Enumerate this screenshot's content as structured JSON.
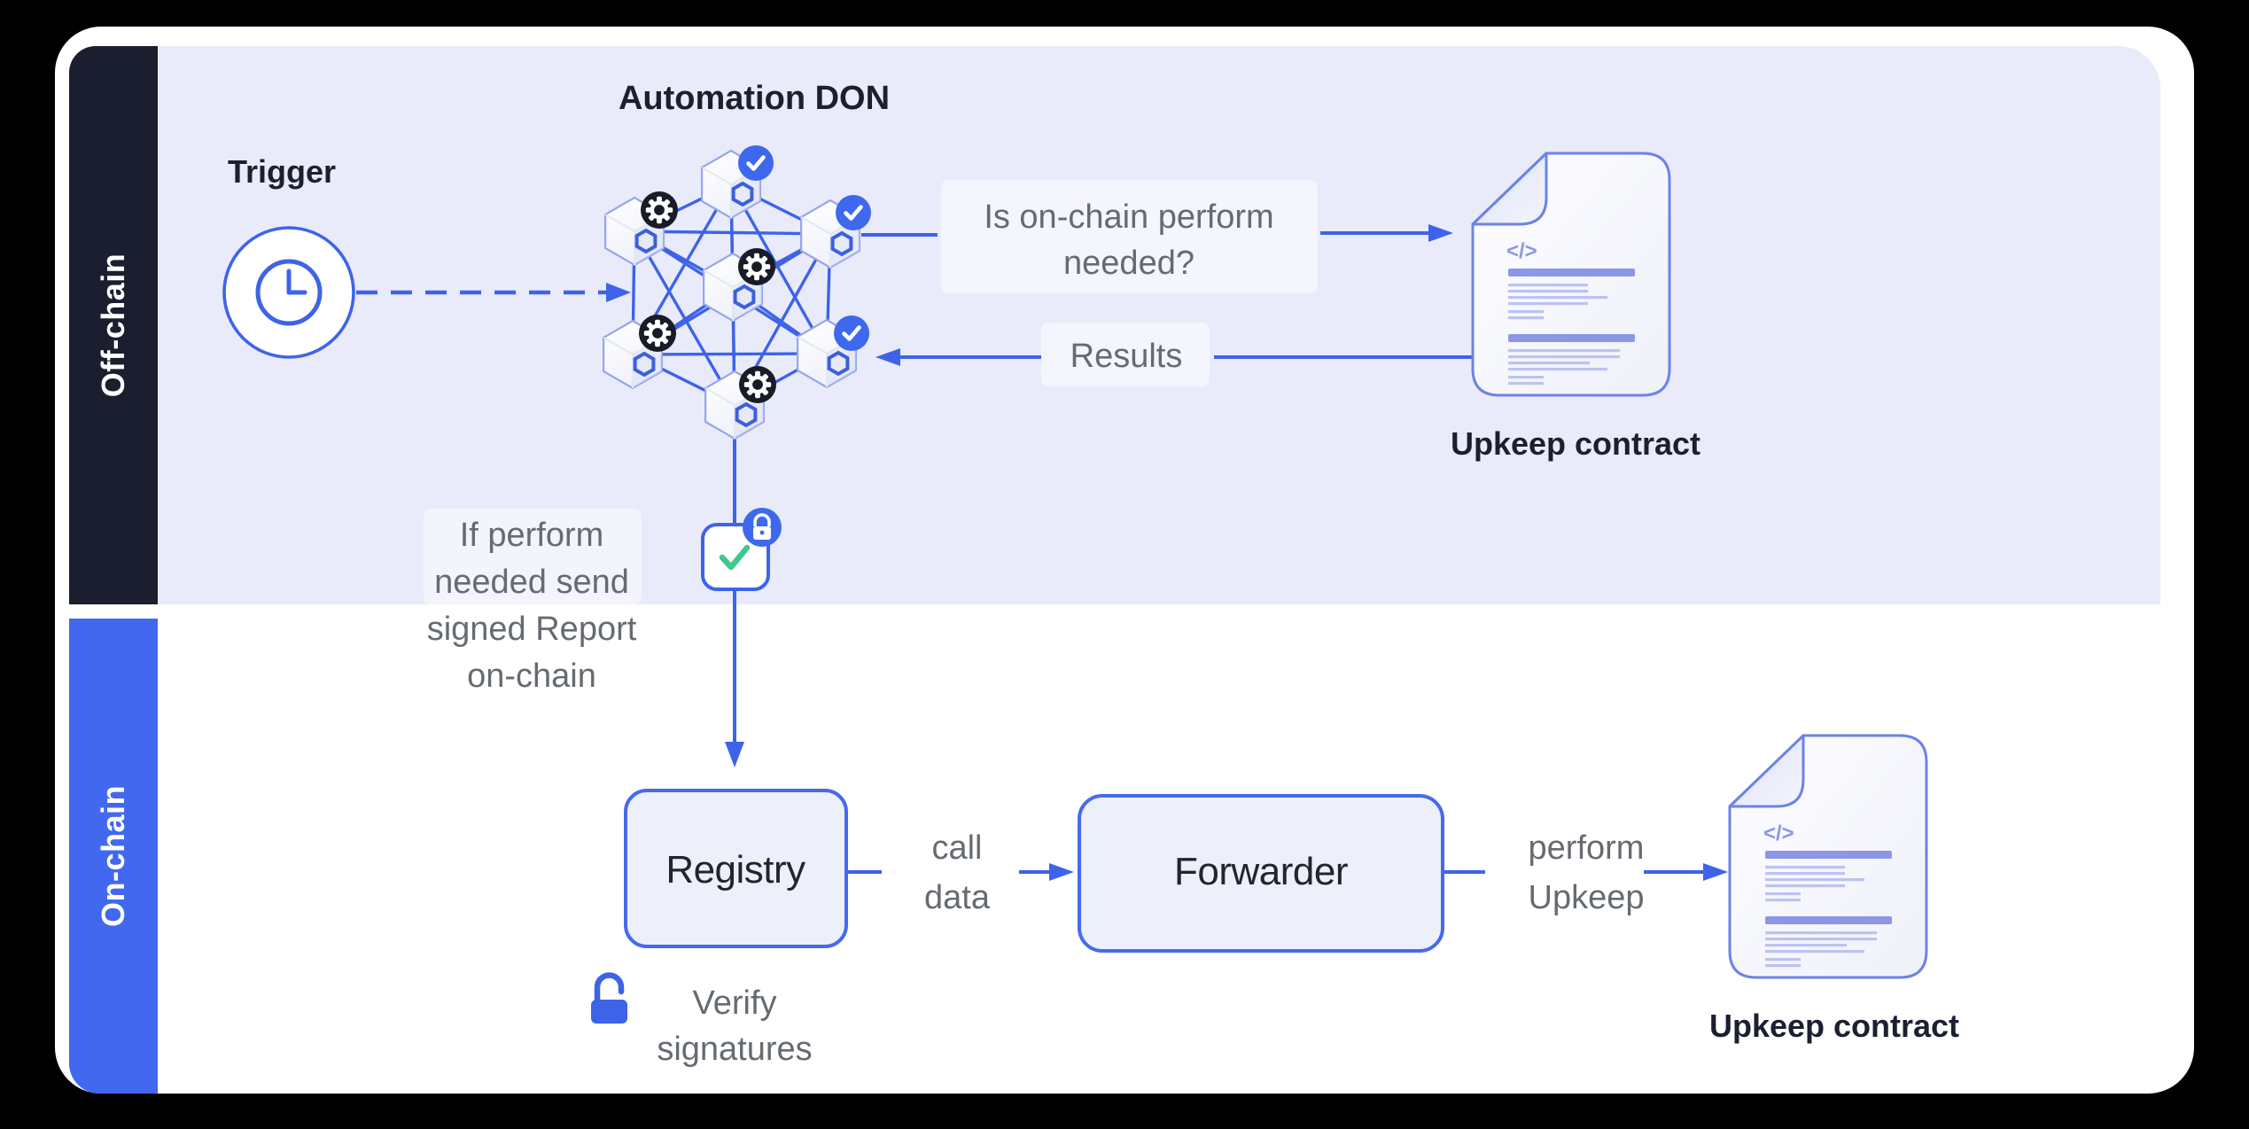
{
  "colors": {
    "accent_blue": "#3e63e9",
    "badge_blue": "#3e68ed",
    "sidebar_dark": "#1b1e2e",
    "sidebar_blue": "#4168ee",
    "offchain_bg": "#e9ebfa",
    "success_green": "#41c88c",
    "text_dark": "#1b2030",
    "text_gray": "#666b72",
    "doc_bar_periwinkle": "#8b97e4"
  },
  "sidebar": {
    "offchain_label": "Off-chain",
    "onchain_label": "On-chain"
  },
  "offchain": {
    "trigger_label": "Trigger",
    "trigger_icon": "clock-icon",
    "don_title": "Automation DON",
    "don_nodes": [
      {
        "position": "top",
        "badge": "check"
      },
      {
        "position": "top-left",
        "badge": "gear"
      },
      {
        "position": "top-right",
        "badge": "check"
      },
      {
        "position": "center",
        "badge": "gear"
      },
      {
        "position": "bottom-left",
        "badge": "gear"
      },
      {
        "position": "mid-right",
        "badge": "check"
      },
      {
        "position": "bottom",
        "badge": "gear"
      }
    ],
    "question_lines": [
      "Is on-chain perform",
      "needed?"
    ],
    "results_label": "Results",
    "upkeep_contract_label": "Upkeep contract",
    "report_note_lines": [
      "If perform",
      "needed send",
      "signed Report",
      "on-chain"
    ],
    "report_icon": "signed-report-check-icon",
    "report_badge_icon": "lock-badge-icon"
  },
  "onchain": {
    "registry_label": "Registry",
    "call_data_lines": [
      "call",
      "data"
    ],
    "forwarder_label": "Forwarder",
    "perform_upkeep_lines": [
      "perform",
      "Upkeep"
    ],
    "upkeep_contract_label": "Upkeep contract",
    "verify_lines": [
      "Verify",
      "signatures"
    ],
    "verify_icon": "unlock-icon"
  }
}
